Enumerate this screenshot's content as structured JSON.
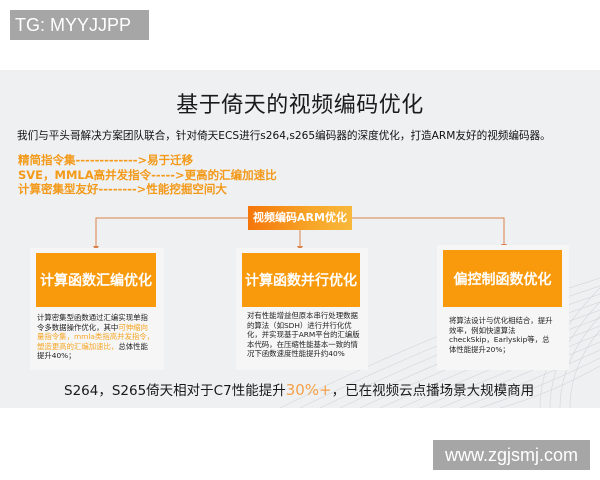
{
  "watermarks": {
    "top": "TG: MYYJJPP",
    "bottom": "www.zgjsmj.com"
  },
  "slide": {
    "title": "基于倚天的视频编码优化",
    "subtitle": "我们与平头哥解决方案团队联合，针对倚天ECS进行s264,s265编码器的深度优化，打造ARM友好的视频编码器。",
    "features": [
      "精简指令集------------->易于迁移",
      "SVE，MMLA高并发指令----->更高的汇编加速比",
      "计算密集型友好-------->性能挖掘空间大"
    ],
    "diagram": {
      "root": "视频编码ARM优化",
      "branches": [
        {
          "title": "计算函数汇编优化",
          "desc_pre": "计算密集型函数通过汇编实现单指令多数据操作优化，其中",
          "desc_highlight": "可伸缩向量指令集，mmla类指高并发指令，塑造更高的汇编加速比，",
          "desc_post": "总体性能提升40%；"
        },
        {
          "title": "计算函数并行优化",
          "desc": "对有性能增益但原本串行处理数据的算法（如SDH）进行并行化优化，并实现基于ARM平台的汇编版本代码，在压缩性能基本一致的情况下函数速度性能提升约40%"
        },
        {
          "title": "偏控制函数优化",
          "desc": "将算法设计与优化相结合，提升效率，例如快速算法checkSkip，Earlyskip等，总体性能提升20%；"
        }
      ]
    },
    "conclusion": {
      "pre": "S264，S265倚天相对于C7性能提升",
      "highlight": "30%+",
      "post": "，已在视频云点播场景大规模商用"
    }
  },
  "colors": {
    "accent_orange": "#f99a0c",
    "feature_text": "#f39a1a",
    "connector": "#d9824a",
    "slide_bg": "#eff0f2"
  }
}
